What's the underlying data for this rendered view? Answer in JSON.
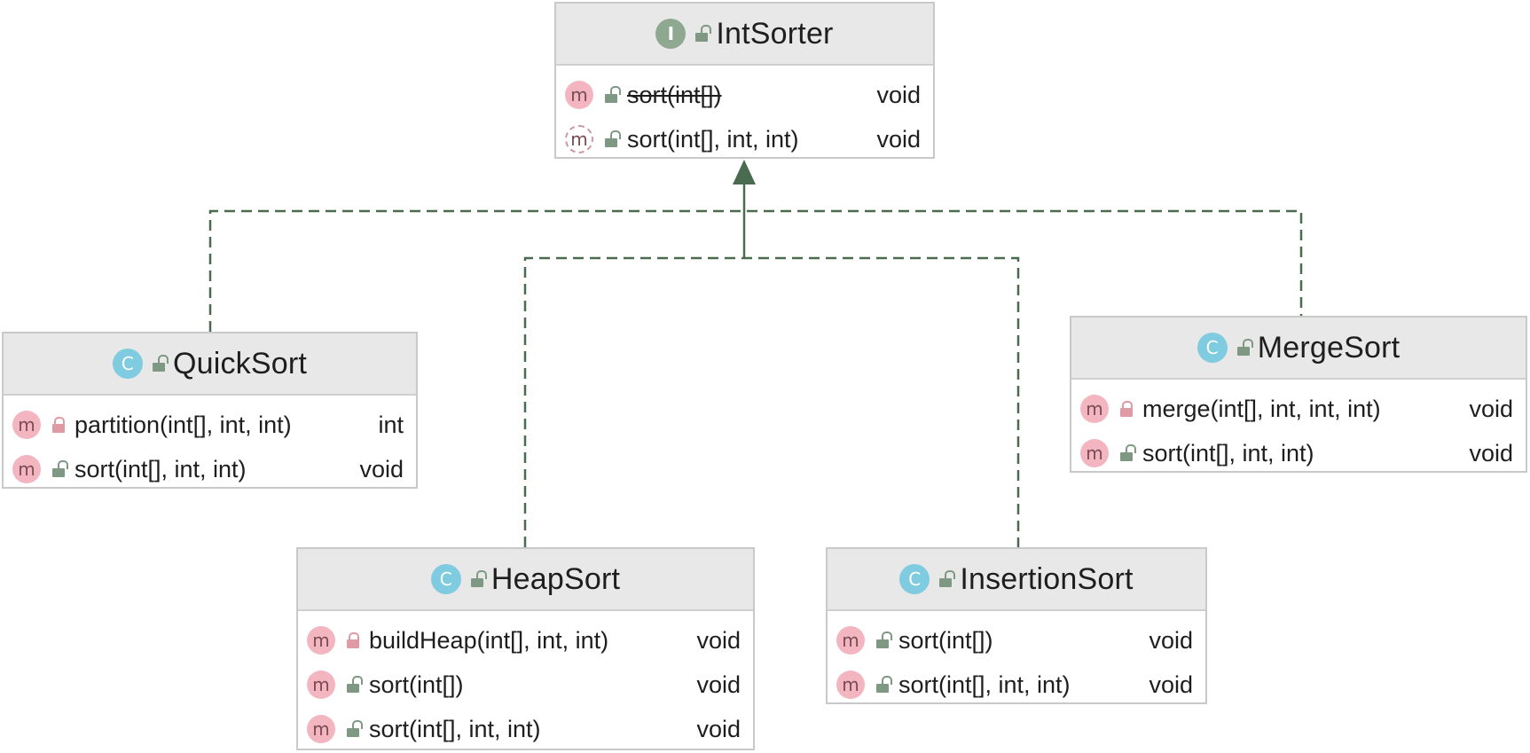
{
  "colors": {
    "edge": "#4a6b4f",
    "method_badge": "#f3b6c0",
    "class_badge": "#7fcbe0",
    "interface_badge": "#8fa890",
    "header_bg": "#e8e8e8"
  },
  "boxes": {
    "intsorter": {
      "name": "IntSorter",
      "kind_icon": "I",
      "methods": [
        {
          "sig": "sort(int[])",
          "ret": "void",
          "deprecated": true,
          "abstract": false,
          "visibility": "public"
        },
        {
          "sig": "sort(int[], int, int)",
          "ret": "void",
          "deprecated": false,
          "abstract": true,
          "visibility": "public"
        }
      ]
    },
    "quicksort": {
      "name": "QuickSort",
      "kind_icon": "C",
      "methods": [
        {
          "sig": "partition(int[], int, int)",
          "ret": "int",
          "visibility": "private"
        },
        {
          "sig": "sort(int[], int, int)",
          "ret": "void",
          "visibility": "public"
        }
      ]
    },
    "mergesort": {
      "name": "MergeSort",
      "kind_icon": "C",
      "methods": [
        {
          "sig": "merge(int[], int, int, int)",
          "ret": "void",
          "visibility": "private"
        },
        {
          "sig": "sort(int[], int, int)",
          "ret": "void",
          "visibility": "public"
        }
      ]
    },
    "heapsort": {
      "name": "HeapSort",
      "kind_icon": "C",
      "methods": [
        {
          "sig": "buildHeap(int[], int, int)",
          "ret": "void",
          "visibility": "private"
        },
        {
          "sig": "sort(int[])",
          "ret": "void",
          "visibility": "public"
        },
        {
          "sig": "sort(int[], int, int)",
          "ret": "void",
          "visibility": "public"
        }
      ]
    },
    "insertionsort": {
      "name": "InsertionSort",
      "kind_icon": "C",
      "methods": [
        {
          "sig": "sort(int[])",
          "ret": "void",
          "visibility": "public"
        },
        {
          "sig": "sort(int[], int, int)",
          "ret": "void",
          "visibility": "public"
        }
      ]
    }
  },
  "method_icon": "m",
  "relations": [
    {
      "from": "QuickSort",
      "to": "IntSorter",
      "type": "implements"
    },
    {
      "from": "HeapSort",
      "to": "IntSorter",
      "type": "implements"
    },
    {
      "from": "InsertionSort",
      "to": "IntSorter",
      "type": "implements"
    },
    {
      "from": "MergeSort",
      "to": "IntSorter",
      "type": "implements"
    }
  ]
}
